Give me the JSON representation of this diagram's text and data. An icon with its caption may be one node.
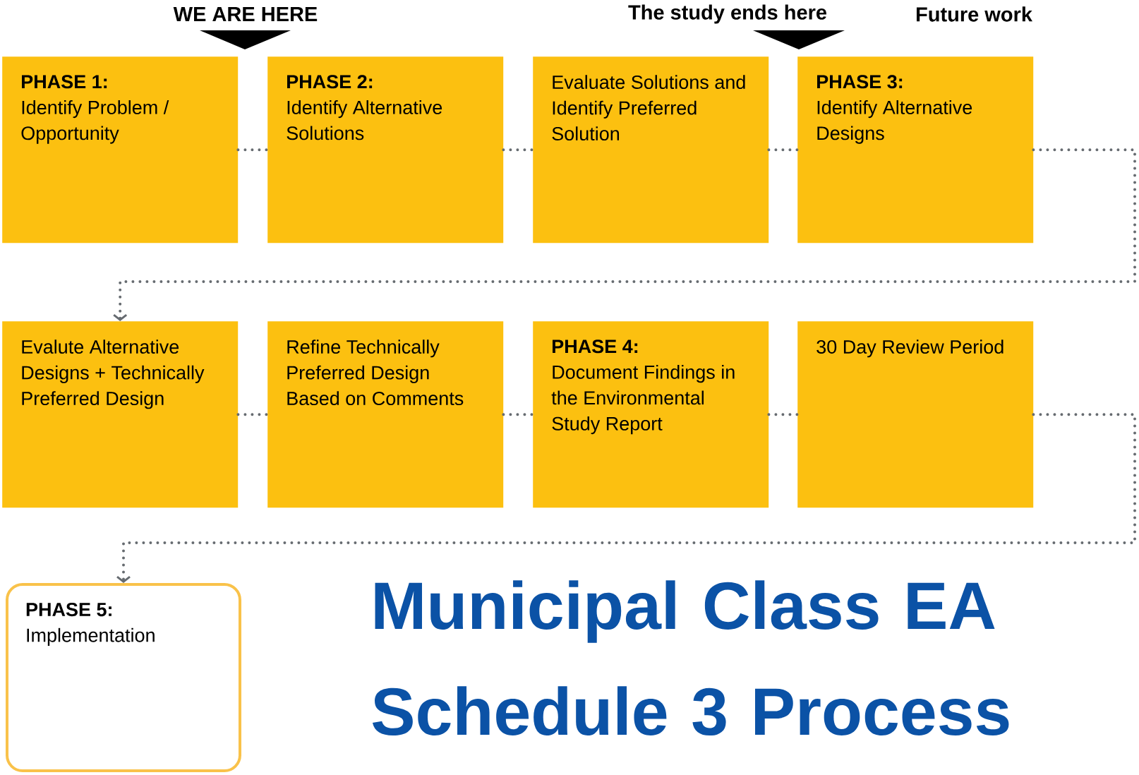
{
  "diagram": {
    "title": "Municipal Class EA Schedule 3 Process",
    "nodes": [
      {
        "text": [
          "WE ARE HERE"
        ]
      },
      {
        "text": [
          "The study ends here"
        ]
      },
      {
        "text": [
          "PHASE 1:",
          "Identify Problem / Opportunity"
        ]
      },
      {
        "text": [
          "PHASE 2:",
          "Identify Alternative Solutions"
        ]
      },
      {
        "text": [
          "Evaluate Solutions and Identify Preferred Solution"
        ]
      },
      {
        "text": [
          "PHASE 3:",
          "Identify Alternative Designs"
        ]
      },
      {
        "text": [
          "Evalute Alternative Designs + Technically Preferred Design"
        ]
      },
      {
        "text": [
          "Refine Technically Preferred Design Based on Comments"
        ]
      },
      {
        "text": [
          "PHASE 4:",
          "Document Findings in the Environmental Study Report"
        ]
      },
      {
        "text": [
          "30 Day Review Period"
        ]
      },
      {
        "text": [
          "PHASE 5:",
          "Implementation"
        ]
      }
    ],
    "edges": [
      {
        "from": 2,
        "to": 3,
        "arrow": "none"
      },
      {
        "from": 3,
        "to": 4,
        "arrow": "none"
      },
      {
        "from": 4,
        "to": 5,
        "arrow": "none"
      },
      {
        "from": 5,
        "to": 6,
        "arrow": "to"
      },
      {
        "from": 6,
        "to": 7,
        "arrow": "none"
      },
      {
        "from": 7,
        "to": 8,
        "arrow": "none"
      },
      {
        "from": 8,
        "to": 9,
        "arrow": "none"
      },
      {
        "from": 9,
        "to": 10,
        "arrow": "to"
      }
    ],
    "labels": [
      "Future work"
    ]
  }
}
